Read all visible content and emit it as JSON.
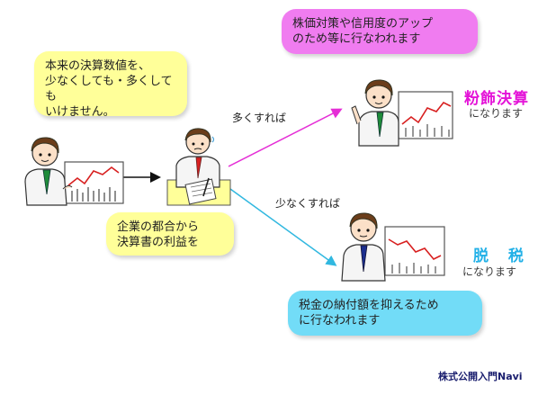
{
  "bubbles": {
    "note": "本来の決算数値を、\n少なくしても・多くしても\nいけません。",
    "company": "企業の都合から\n決算書の利益を",
    "stock": "株価対策や信用度のアップ\nのため等に行なわれます",
    "tax": "税金の納付額を抑えるため\nに行なわれます"
  },
  "arrow_labels": {
    "more": "多くすれば",
    "less": "少なくすれば"
  },
  "results": {
    "window_dressing": {
      "title": "粉飾決算",
      "subtitle": "になります"
    },
    "tax_evasion": {
      "title": "脱 税",
      "subtitle": "になります"
    }
  },
  "footer": {
    "brand": "株式公開入門Navi"
  },
  "colors": {
    "bubble_yellow": "#ffff99",
    "bubble_pink": "#f07cf0",
    "bubble_cyan": "#72dcf7",
    "arrow_pink": "#e52ed6",
    "arrow_cyan": "#31b8e0",
    "title_magenta": "#e413d8",
    "title_cyan": "#24b1e7",
    "brand_navy": "#1a1e6e"
  }
}
